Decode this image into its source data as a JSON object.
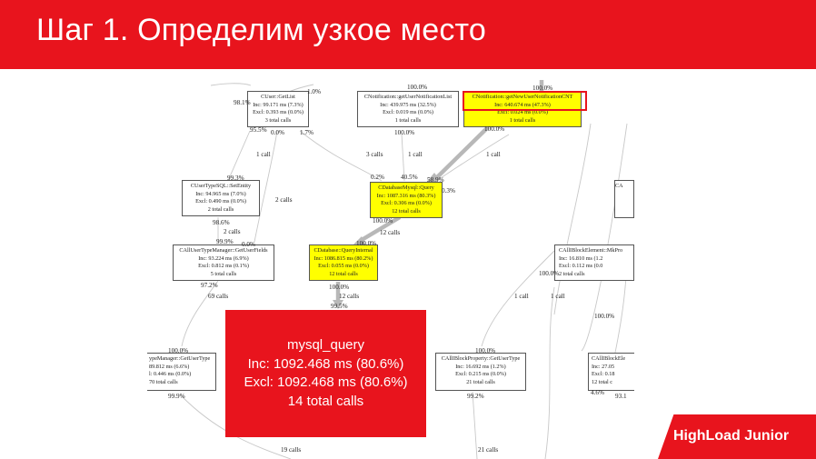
{
  "header": {
    "title": "Шаг 1. Определим узкое место"
  },
  "badge": {
    "text": "HighLoad Junior"
  },
  "nodes": {
    "cuser_getlist": [
      "CUser::GetList",
      "Inc: 99.171 ms (7.3%)",
      "Excl: 0.393 ms (0.0%)",
      "3 total calls"
    ],
    "cnotif_list": [
      "CNotification::getUserNotificationList",
      "Inc: 439.975 ms (32.5%)",
      "Excl: 0.019 ms (0.0%)",
      "1 total calls"
    ],
    "cnotif_cnt": [
      "CNotification::getNewUserNotificationCNT",
      "Inc: 640.674 ms (47.3%)",
      "Excl: 0.024 ms (0.0%)",
      "1 total calls"
    ],
    "cusertypesql": [
      "CUserTypeSQL::SetEntity",
      "Inc: 94.965 ms (7.0%)",
      "Excl: 0.490 ms (0.0%)",
      "2 total calls"
    ],
    "cdbmysql_query": [
      "CDatabaseMysql::Query",
      "Inc: 1087.316 ms (80.3%)",
      "Excl: 0.306 ms (0.0%)",
      "12 total calls"
    ],
    "call_usertype_fields": [
      "CAllUserTypeManager::GetUserFields",
      "Inc: 93.224 ms (6.9%)",
      "Excl: 0.812 ms (0.1%)",
      "5 total calls"
    ],
    "cdb_queryinternal": [
      "CDatabase::QueryInternal",
      "Inc: 1086.815 ms (80.2%)",
      "Excl: 0.055 ms (0.0%)",
      "12 total calls"
    ],
    "mkprop": [
      "CAllIBlockElement::MkPro",
      "Inc: 16.810 ms (1.2",
      "Excl: 0.112 ms (0.0",
      "2 total calls"
    ],
    "usertype_left": [
      "ypeManager::GetUserType",
      "89.812 ms (6.6%)",
      "l: 0.446 ms (0.0%)",
      "70 total calls"
    ],
    "iblockprop": [
      "CAllIBlockProperty::GetUserType",
      "Inc: 16.692 ms (1.2%)",
      "Excl: 0.215 ms (0.0%)",
      "21 total calls"
    ],
    "iblockele_right": [
      "CAllIBlockEle",
      "Inc: 27.05",
      "Excl: 0.18",
      "12 total c"
    ],
    "ca_right": [
      "CA"
    ]
  },
  "big_node": [
    "mysql_query",
    "Inc: 1092.468 ms (80.6%)",
    "Excl: 1092.468 ms (80.6%)",
    "14 total calls"
  ],
  "labels": {
    "l_98_1": "98.1%",
    "l_1_0": "1.0%",
    "l_95_5": "95.5%",
    "l_0_0a": "0.0%",
    "l_1_7": "1.7%",
    "l_100_a": "100.0%",
    "l_100_b": "100.0%",
    "l_100_c": "100.0%",
    "l_100_d": "100.0%",
    "l_1call_a": "1 call",
    "l_3calls": "3 calls",
    "l_1call_b": "1 call",
    "l_1call_c": "1 call",
    "l_0_2": "0.2%",
    "l_40_5": "40.5%",
    "l_58_9": "58.9%",
    "l_0_3": "0.3%",
    "l_99_3": "99.3%",
    "l_2calls_a": "2 calls",
    "l_98_6": "98.6%",
    "l_2calls_b": "2 calls",
    "l_99_9": "99.9%",
    "l_0_0b": "0.0%",
    "l_100_e": "100.0%",
    "l_12calls_a": "12 calls",
    "l_100_f": "100.0%",
    "l_97_2": "97.2%",
    "l_69calls": "69 calls",
    "l_100_g": "100.0%",
    "l_12calls_b": "12 calls",
    "l_99_5": "99.5%",
    "l_100_h": "100.0%",
    "l_1call_d": "1 call",
    "l_1call_e": "1 call",
    "l_100_i": "100.0%",
    "l_100_j": "100.0%",
    "l_100_k": "100.0%",
    "l_99_9b": "99.9%",
    "l_99_2": "99.2%",
    "l_4_6": "4.6%",
    "l_93_1": "93.1",
    "l_19calls": "19 calls",
    "l_21calls": "21 calls"
  }
}
